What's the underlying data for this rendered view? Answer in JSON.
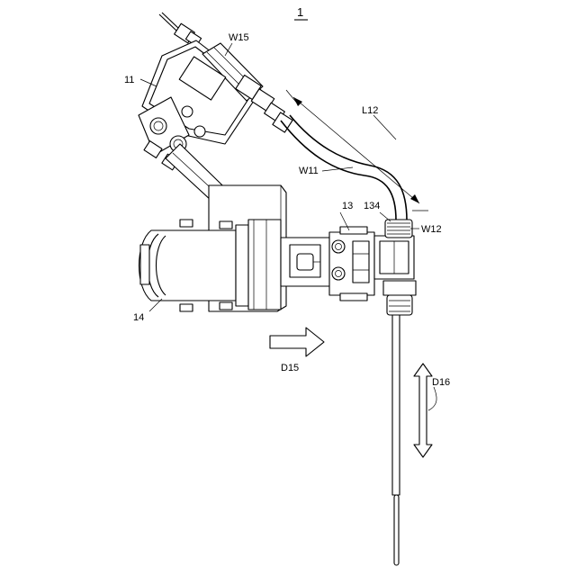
{
  "figure": {
    "number": "1",
    "labels": {
      "l1": "W15",
      "l2": "11",
      "l3": "L12",
      "l4": "W11",
      "l5": "13",
      "l6": "134",
      "l7": "W12",
      "l8": "14",
      "l9": "D15",
      "l10": "D16"
    }
  }
}
